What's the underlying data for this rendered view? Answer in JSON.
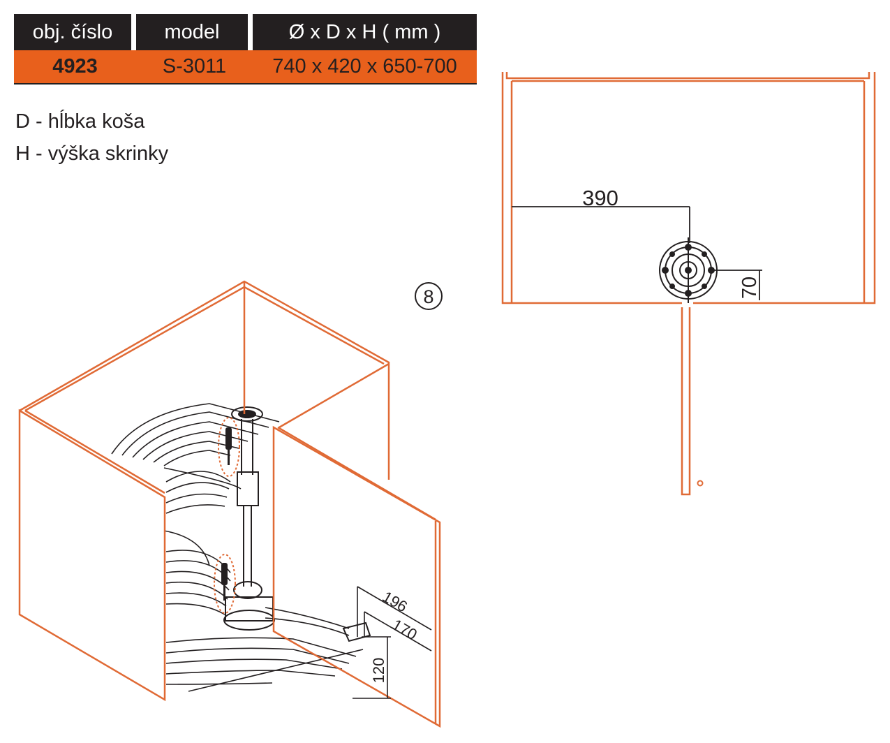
{
  "table": {
    "headers": [
      "obj. číslo",
      "model",
      "Ø x D x H ( mm )"
    ],
    "row": {
      "code": "4923",
      "model": "S-3011",
      "dims": "740 x 420 x 650-700"
    }
  },
  "legend": [
    "D - hĺbka koša",
    "H - výška skrinky"
  ],
  "step_number": "8",
  "dimensions": {
    "pivot_offset": "390",
    "pivot_setback": "70",
    "d1": "196",
    "d2": "170",
    "d3": "120"
  },
  "colors": {
    "accent": "#e8601c",
    "dark": "#231f20",
    "line": "#e06a35"
  }
}
